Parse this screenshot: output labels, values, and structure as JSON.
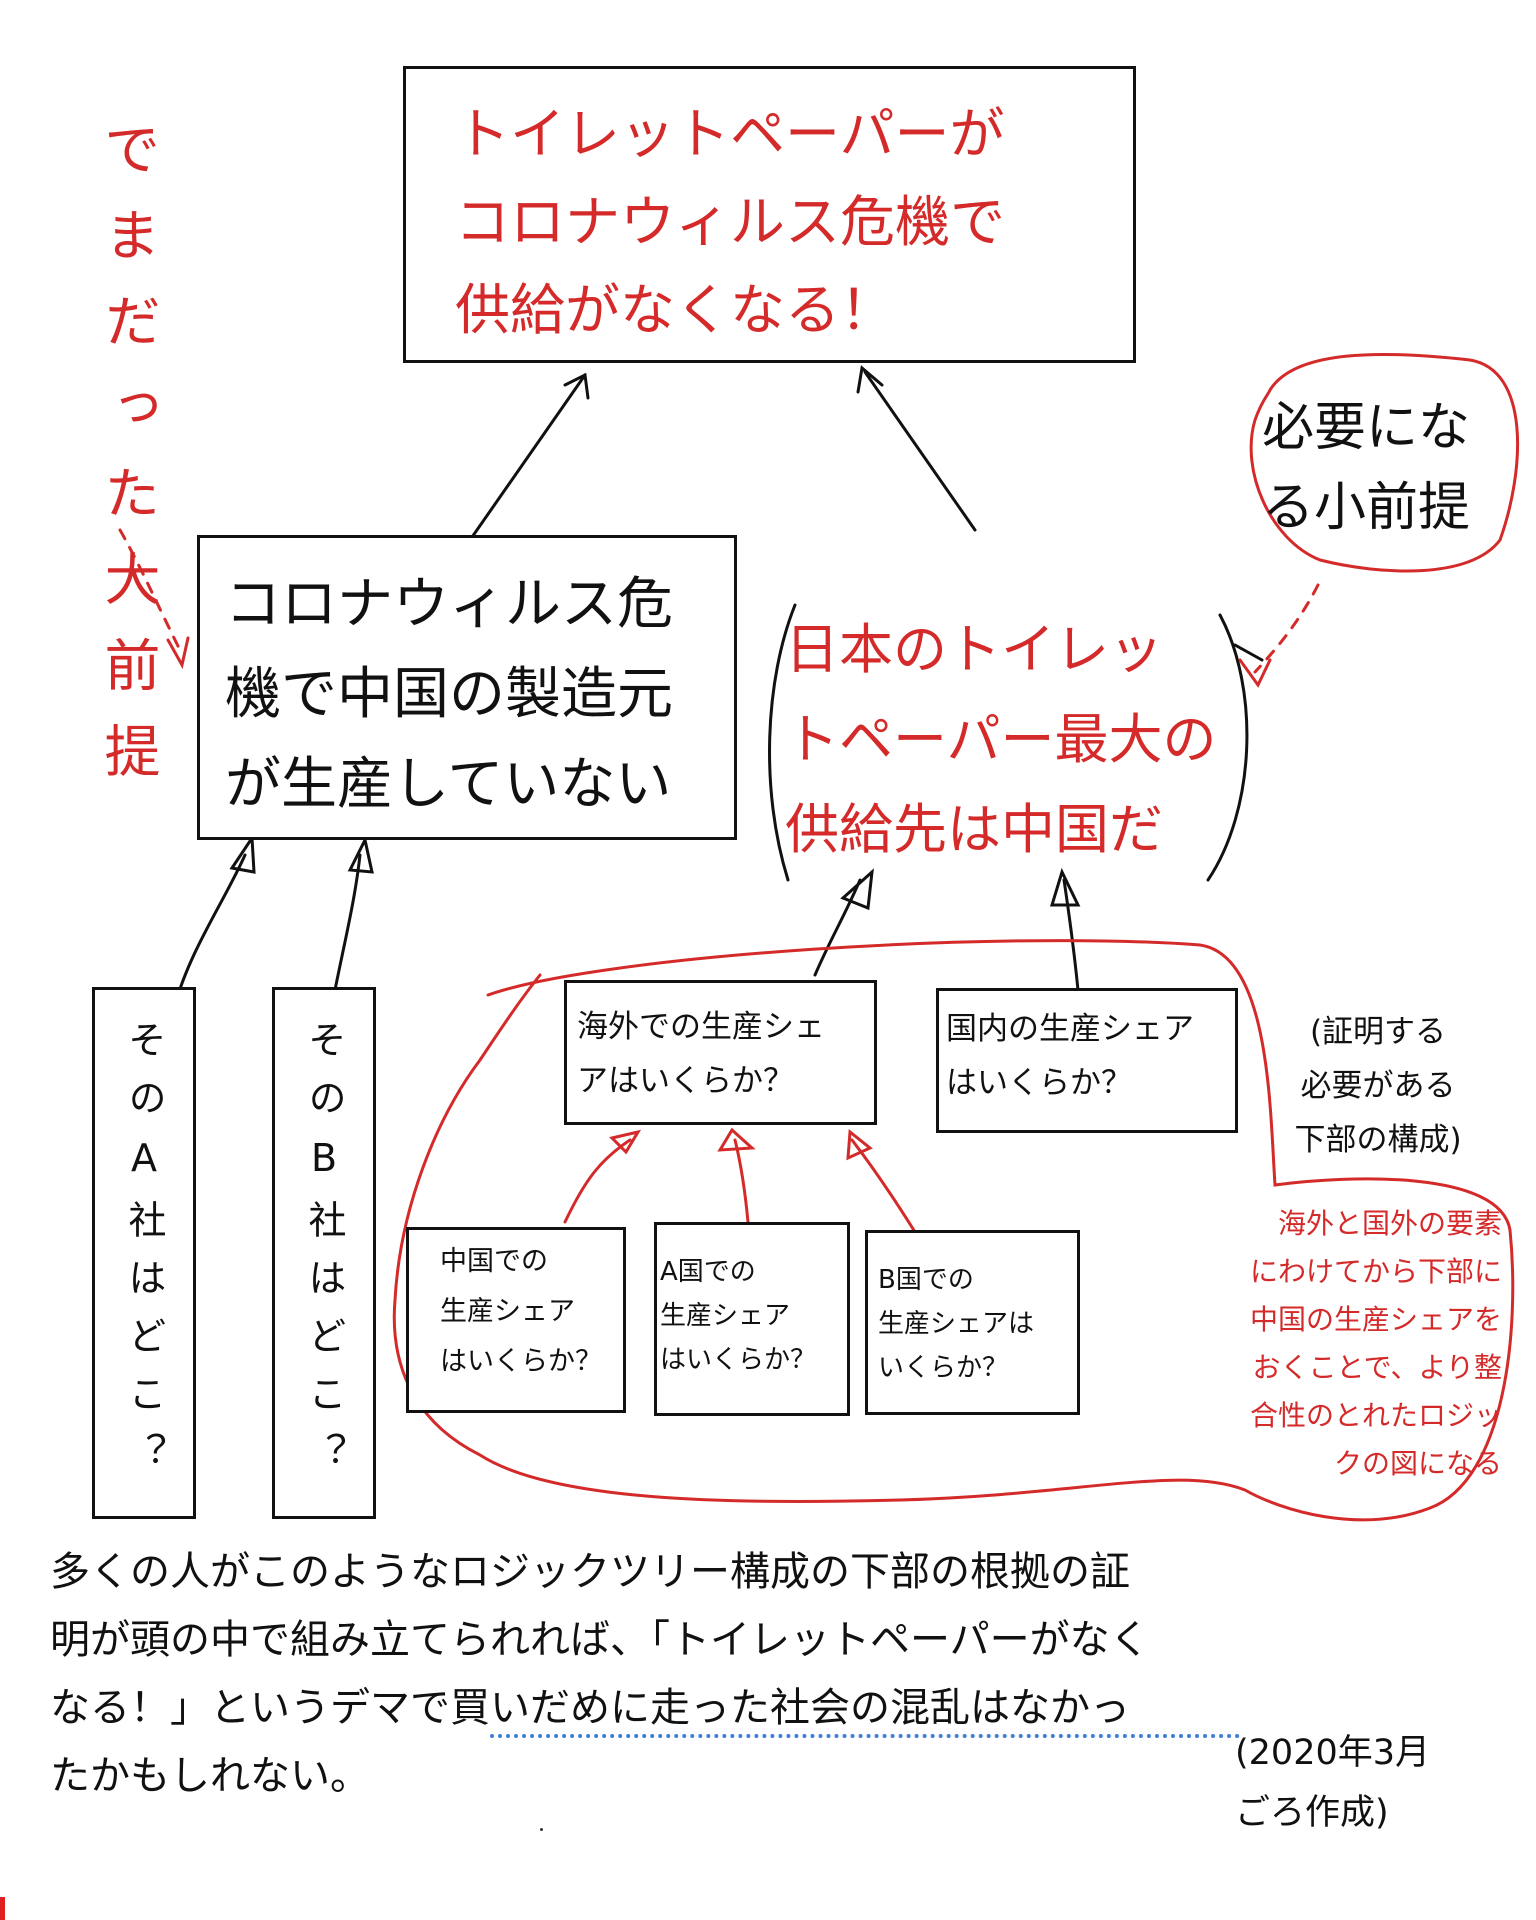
{
  "goal": "トイレットペーパーが\nコロナウィルス危機で\n供給がなくなる！",
  "major_premise": "コロナウィルス危\n機で中国の製造元\nが生産していない",
  "minor_premise": "日本のトイレッ\nトペーパー最大の\n供給先は中国だ",
  "left_vertical": "でまだった大前提",
  "bubble": "必要にな\nる小前提",
  "company_a": "そのA社はどこ？",
  "company_b": "そのB社はどこ？",
  "q_overseas": "海外での生産シェ\nアはいくらか？",
  "q_domestic": "国内の生産シェア\nはいくらか？",
  "q_china": "中国での\n生産シェア\nはいくらか？",
  "q_country_a": "A国での\n生産シェア\nはいくらか？",
  "q_country_b": "B国での\n生産シェアは\nいくらか？",
  "proof_note": "(証明する\n必要がある\n下部の構成)",
  "red_note": "海外と国外の要素\nにわけてから下部に\n中国の生産シェアを\nおくことで、より整\n合性のとれたロジッ\nクの図になる",
  "bottom_text": "多くの人がこのようなロジックツリー構成の下部の根拠の証\n明が頭の中で組み立てられれば、「トイレットペーパーがなく\nなる！」というデマで買いだめに走った社会の混乱はなかっ\nたかもしれない。",
  "date_note": "(2020年3月\nごろ作成)",
  "colors": {
    "red": "#d42a2a",
    "black": "#111111",
    "blue_dots": "#3b7fd6"
  }
}
